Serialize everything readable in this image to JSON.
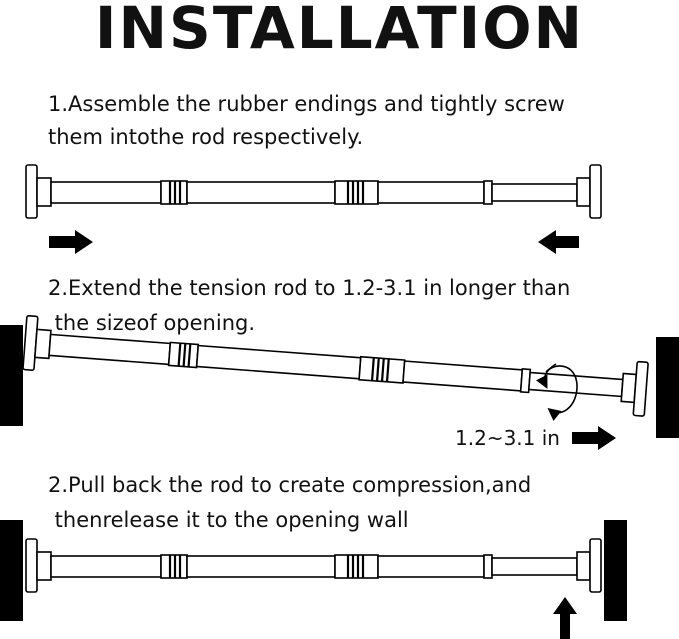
{
  "title": "INSTALLATION",
  "steps": [
    {
      "line1": "1.Assemble the rubber endings and tightly screw",
      "line2": "them intothe rod respectively."
    },
    {
      "line1": "2.Extend the tension rod to 1.2-3.1 in longer than",
      "line2": " the sizeof opening."
    },
    {
      "line1": "2.Pull back the rod to create compression,and",
      "line2": " thenrelease it to the opening wall"
    }
  ],
  "extension_label": "1.2~3.1 in"
}
